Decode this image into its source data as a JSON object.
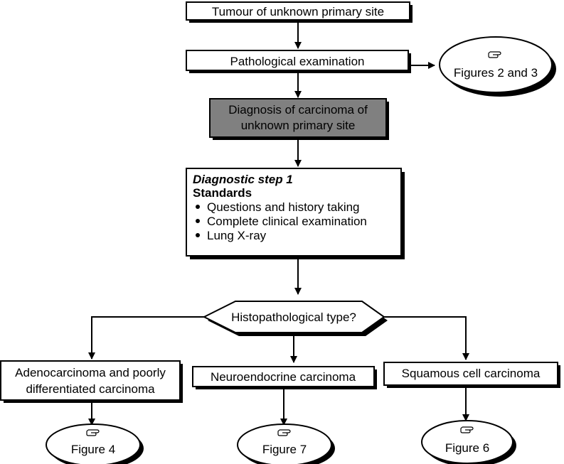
{
  "diagram": {
    "nodes": {
      "tumour": {
        "label": "Tumour of unknown primary site"
      },
      "pathology": {
        "label": "Pathological examination"
      },
      "figures_2_3": {
        "icon": "pointing-hand-icon",
        "label": "Figures 2 and 3"
      },
      "diagnosis": {
        "line1": "Diagnosis of carcinoma of",
        "line2": "unknown primary site"
      },
      "step1": {
        "heading": "Diagnostic step 1",
        "subheading": "Standards",
        "bullets": [
          "Questions and history taking",
          "Complete clinical examination",
          "Lung X-ray"
        ]
      },
      "histo": {
        "label": "Histopathological type?"
      },
      "adeno": {
        "line1": "Adenocarcinoma and poorly",
        "line2": "differentiated carcinoma"
      },
      "neuro": {
        "label": "Neuroendocrine carcinoma"
      },
      "squamous": {
        "label": "Squamous cell carcinoma"
      },
      "fig4": {
        "icon": "pointing-hand-icon",
        "label": "Figure 4"
      },
      "fig7": {
        "icon": "pointing-hand-icon",
        "label": "Figure 7"
      },
      "fig6": {
        "icon": "pointing-hand-icon",
        "label": "Figure 6"
      }
    },
    "colors": {
      "stroke": "#000000",
      "box_fill": "#ffffff",
      "highlight_fill": "#808080",
      "shadow": "#000000"
    }
  }
}
